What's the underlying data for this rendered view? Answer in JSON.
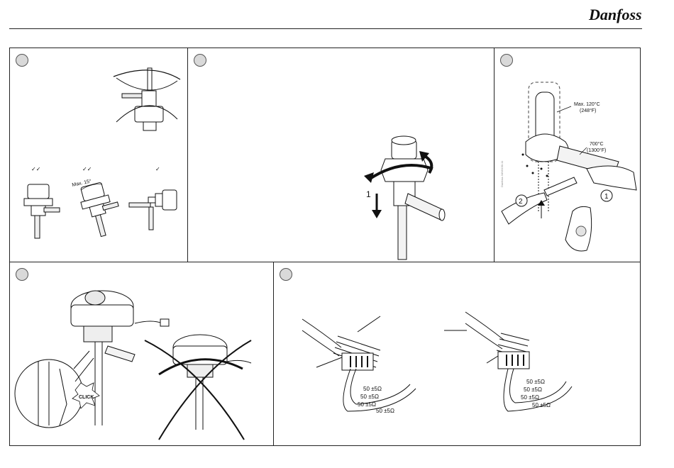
{
  "brand": {
    "name": "Danfoss"
  },
  "panel1": {
    "marks": [
      "✓✓",
      "✓✓",
      "✓"
    ],
    "angle_label": "Max. 15°"
  },
  "panel2": {
    "step_number": "1"
  },
  "panel3": {
    "max_temp": "Max. 120°C",
    "max_temp_f": "(248°F)",
    "flame_temp": "700°C",
    "flame_temp_f": "(1300°F)",
    "callout_1": "1",
    "callout_2": "2",
    "side_code": "Danfoss 34N9190.11"
  },
  "panel4": {
    "click_label": "CLICK"
  },
  "panel5": {
    "resistance_labels": [
      "50 ±5Ω",
      "50 ±5Ω",
      "50 ±5Ω",
      "50 ±5Ω"
    ]
  }
}
